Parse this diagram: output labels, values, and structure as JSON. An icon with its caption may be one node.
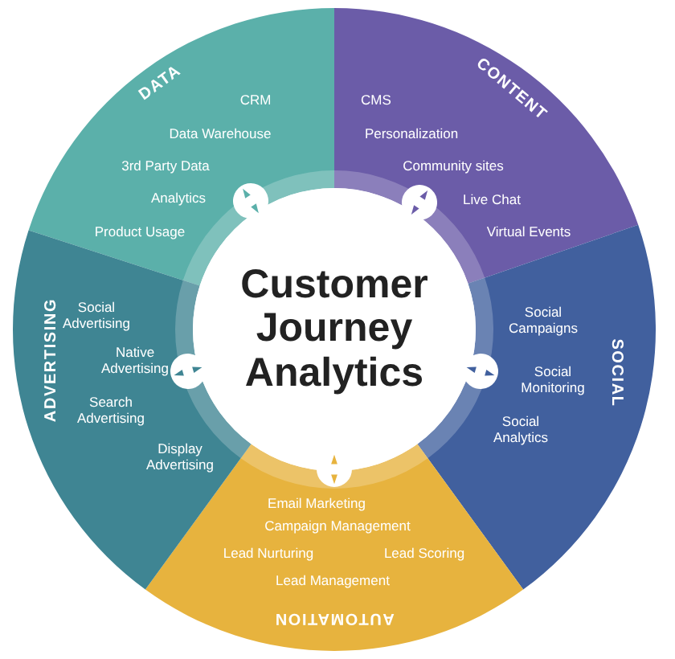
{
  "diagram": {
    "nodes": [
      {
        "text": [
          "Customer Journey Analytics"
        ]
      },
      {
        "text": [
          "DATA",
          "CRM",
          "Data Warehouse",
          "3rd Party Data",
          "Analytics",
          "Product Usage"
        ]
      },
      {
        "text": [
          "CONTENT",
          "CMS",
          "Personalization",
          "Community sites",
          "Live Chat",
          "Virtual Events"
        ]
      },
      {
        "text": [
          "SOCIAL",
          "Social Campaigns",
          "Social Monitoring",
          "Social Analytics"
        ]
      },
      {
        "text": [
          "AUTOMATION",
          "Email Marketing",
          "Campaign Management",
          "Lead Nurturing",
          "Lead Scoring",
          "Lead Management"
        ]
      },
      {
        "text": [
          "ADVERTISING",
          "Social Advertising",
          "Native Advertising",
          "Search Advertising",
          "Display Advertising"
        ]
      }
    ]
  }
}
